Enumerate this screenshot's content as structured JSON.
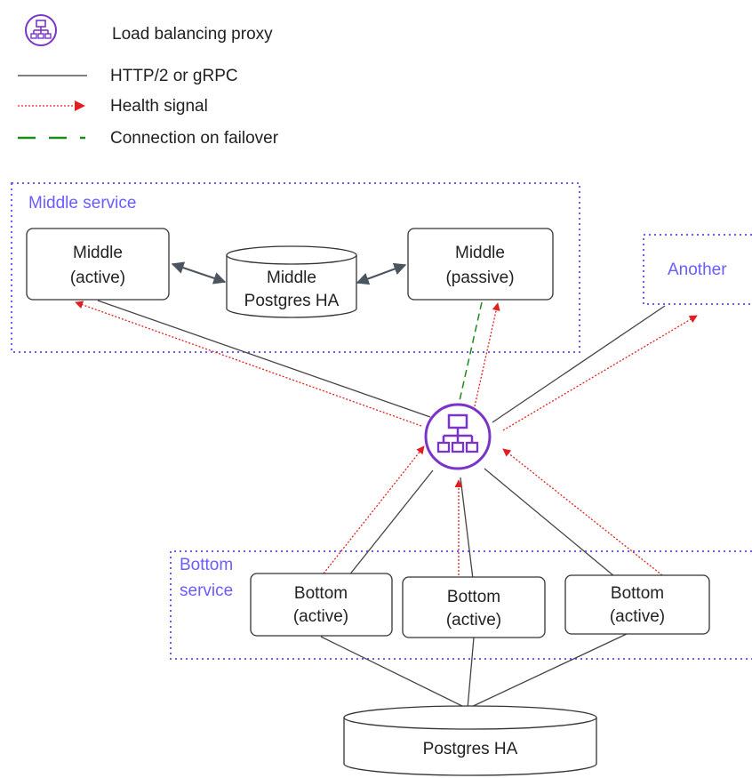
{
  "legend": {
    "proxy_label": "Load balancing proxy",
    "proxy_icon": "network-hierarchy-icon",
    "http_label": "HTTP/2 or gRPC",
    "health_label": "Health signal",
    "failover_label": "Connection on failover"
  },
  "groups": {
    "middle": "Middle service",
    "another": "Another",
    "bottom_line1": "Bottom",
    "bottom_line2": "service"
  },
  "nodes": {
    "middle_active": [
      "Middle",
      "(active)"
    ],
    "middle_db": [
      "Middle",
      "Postgres HA"
    ],
    "middle_passive": [
      "Middle",
      "(passive)"
    ],
    "bottom_1": [
      "Bottom",
      "(active)"
    ],
    "bottom_2": [
      "Bottom",
      "(active)"
    ],
    "bottom_3": [
      "Bottom",
      "(active)"
    ],
    "postgres": "Postgres HA"
  },
  "colors": {
    "accent_purple": "#7a35c8",
    "group_border": "#6a5cff",
    "health_red": "#e02020",
    "failover_green": "#1a8a1a",
    "line_dark": "#444444",
    "db_arrow": "#4a5560"
  }
}
